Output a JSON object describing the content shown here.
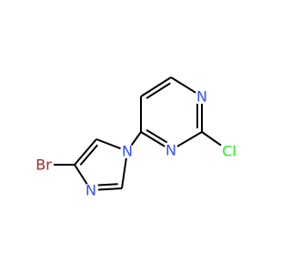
{
  "atom_colors": {
    "N": "#3050F8",
    "Cl": "#1FF01F",
    "Br": "#A62929",
    "bond": "#000000",
    "background": "#FFFFFF"
  },
  "molecule": {
    "atoms": [
      {
        "id": "c1",
        "element": "C"
      },
      {
        "id": "c2",
        "element": "C"
      },
      {
        "id": "n3",
        "element": "N",
        "label": "N"
      },
      {
        "id": "c4",
        "element": "C"
      },
      {
        "id": "n5",
        "element": "N",
        "label": "N"
      },
      {
        "id": "c6",
        "element": "C"
      },
      {
        "id": "cl",
        "element": "Cl",
        "label": "Cl"
      },
      {
        "id": "im_n1",
        "element": "N",
        "label": "N"
      },
      {
        "id": "im_c5",
        "element": "C"
      },
      {
        "id": "im_c4",
        "element": "C"
      },
      {
        "id": "br",
        "element": "Br",
        "label": "Br"
      },
      {
        "id": "im_n3",
        "element": "N",
        "label": "N"
      },
      {
        "id": "im_c2",
        "element": "C"
      }
    ],
    "bonds": [
      {
        "a": "c1",
        "b": "c2",
        "order": 2
      },
      {
        "a": "c2",
        "b": "n3",
        "order": 1
      },
      {
        "a": "n3",
        "b": "c4",
        "order": 2
      },
      {
        "a": "c4",
        "b": "n5",
        "order": 1
      },
      {
        "a": "n5",
        "b": "c6",
        "order": 2
      },
      {
        "a": "c6",
        "b": "c1",
        "order": 1
      },
      {
        "a": "c4",
        "b": "cl",
        "order": 1
      },
      {
        "a": "c6",
        "b": "im_n1",
        "order": 1
      },
      {
        "a": "im_n1",
        "b": "im_c5",
        "order": 1
      },
      {
        "a": "im_c5",
        "b": "im_c4",
        "order": 2
      },
      {
        "a": "im_c4",
        "b": "br",
        "order": 1
      },
      {
        "a": "im_c4",
        "b": "im_n3",
        "order": 1
      },
      {
        "a": "im_n3",
        "b": "im_c2",
        "order": 2
      },
      {
        "a": "im_c2",
        "b": "im_n1",
        "order": 1
      }
    ]
  }
}
